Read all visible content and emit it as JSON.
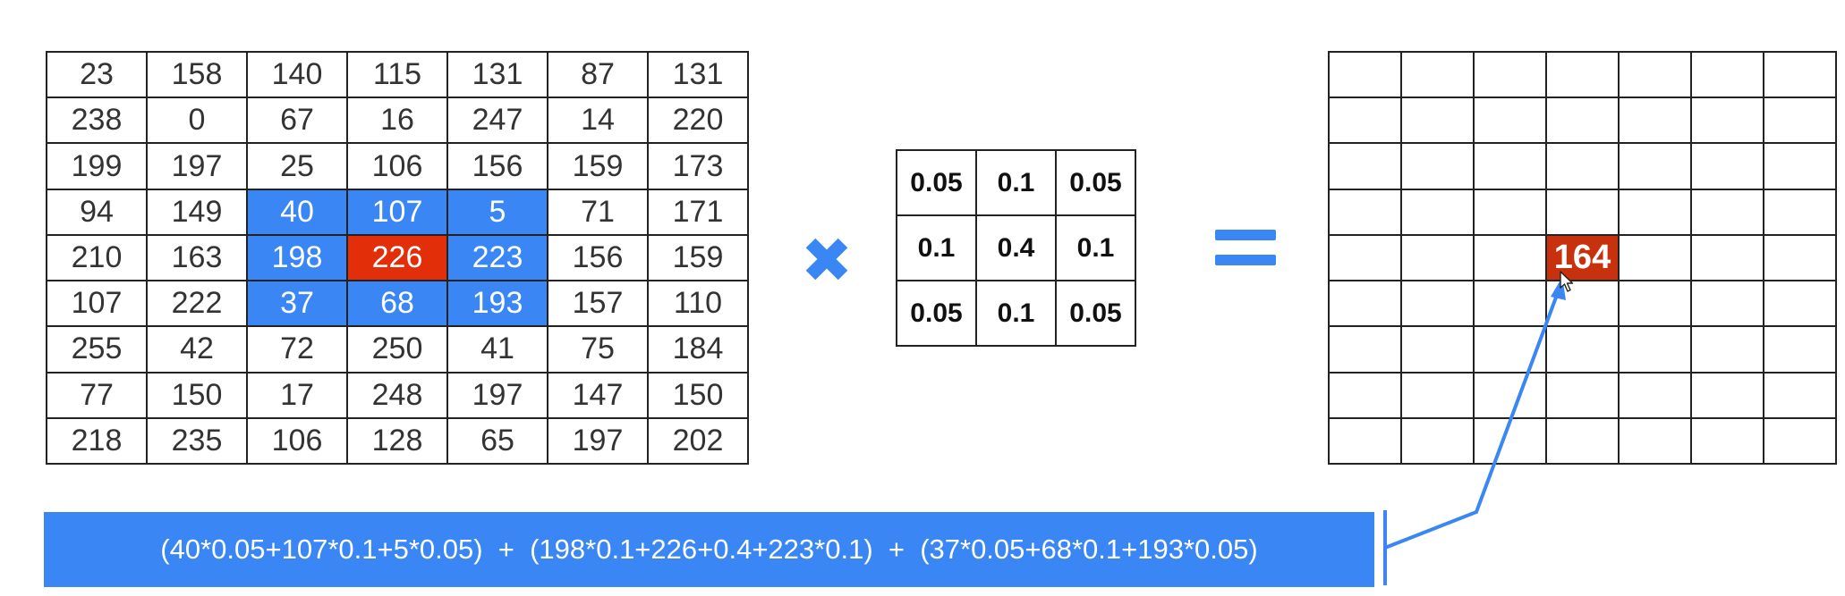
{
  "input_matrix": {
    "rows": [
      [
        "23",
        "158",
        "140",
        "115",
        "131",
        "87",
        "131"
      ],
      [
        "238",
        "0",
        "67",
        "16",
        "247",
        "14",
        "220"
      ],
      [
        "199",
        "197",
        "25",
        "106",
        "156",
        "159",
        "173"
      ],
      [
        "94",
        "149",
        "40",
        "107",
        "5",
        "71",
        "171"
      ],
      [
        "210",
        "163",
        "198",
        "226",
        "223",
        "156",
        "159"
      ],
      [
        "107",
        "222",
        "37",
        "68",
        "193",
        "157",
        "110"
      ],
      [
        "255",
        "42",
        "72",
        "250",
        "41",
        "75",
        "184"
      ],
      [
        "77",
        "150",
        "17",
        "248",
        "197",
        "147",
        "150"
      ],
      [
        "218",
        "235",
        "106",
        "128",
        "65",
        "197",
        "202"
      ]
    ],
    "neighborhood_color": "#3a86f5",
    "center_color": "#e22f0a"
  },
  "operator_icon": "multiply-icon",
  "kernel": {
    "rows": [
      [
        "0.05",
        "0.1",
        "0.05"
      ],
      [
        "0.1",
        "0.4",
        "0.1"
      ],
      [
        "0.05",
        "0.1",
        "0.05"
      ]
    ]
  },
  "equals_icon": "equals-icon",
  "output_matrix": {
    "result_value": "164",
    "result_color": "#c8310e"
  },
  "formula": {
    "text": "(40*0.05+107*0.1+5*0.05)  +  (198*0.1+226+0.4+223*0.1)  +  (37*0.05+68*0.1+193*0.05)",
    "background": "#3a86f5"
  },
  "connector_icon": "arrow-icon",
  "cursor_icon": "mouse-cursor-icon"
}
